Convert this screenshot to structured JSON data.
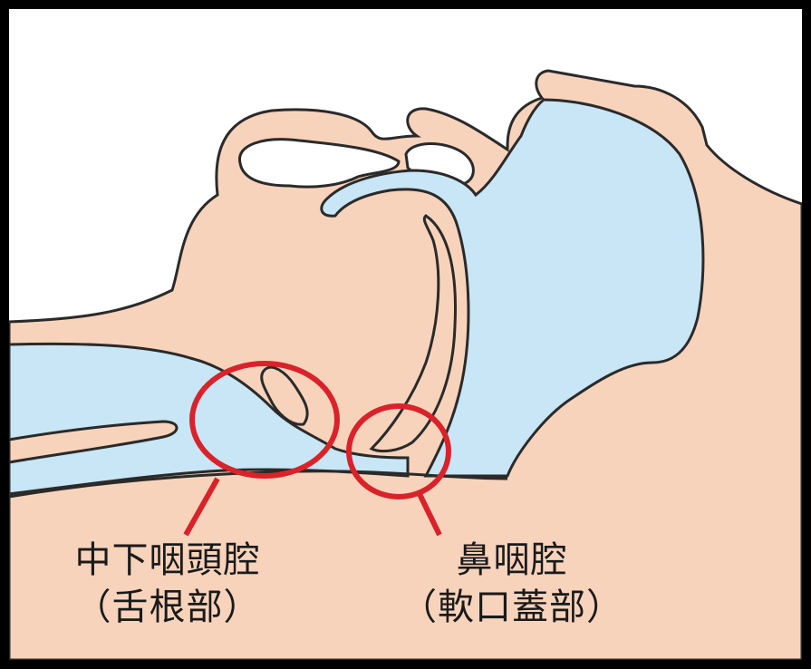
{
  "colors": {
    "skin": "#f8d3bb",
    "airway": "#c8e6f5",
    "outline": "#2a2a2a",
    "highlight": "#d9222a",
    "frame": "#000000"
  },
  "labels": {
    "oropharynx": {
      "line1": "中下咽頭腔",
      "line2": "（舌根部）"
    },
    "nasopharynx": {
      "line1": "鼻咽腔",
      "line2": "（軟口蓋部）"
    }
  },
  "highlights": [
    "oropharynx-circle",
    "nasopharynx-circle"
  ]
}
